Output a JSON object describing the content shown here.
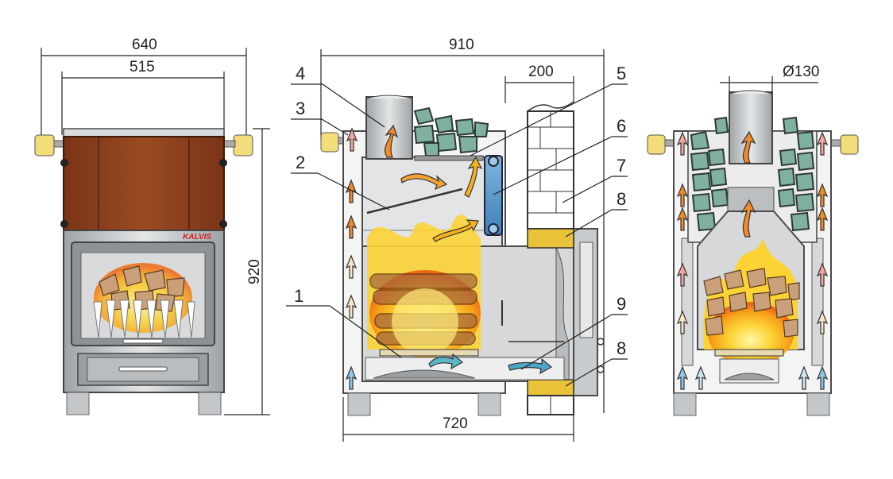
{
  "dimensions": {
    "front_width": "640",
    "front_inner_width": "515",
    "height": "920",
    "side_length": "910",
    "wall_thickness": "200",
    "base_length": "720",
    "flue_diameter": "Ø130"
  },
  "brand": "KALVIS",
  "callouts": [
    "1",
    "2",
    "3",
    "4",
    "5",
    "6",
    "7",
    "8",
    "9",
    "8"
  ],
  "colors": {
    "flame": "#f7b21a",
    "flame_hot": "#f05a14",
    "cold_air": "#8ec6e8",
    "warm_air": "#f08a2a",
    "stone": "#7fb0a2",
    "insulation": "#e9c23a",
    "wood_panel": "#8a3f1e"
  },
  "icons": [
    "arrow-icon",
    "flame-icon",
    "stone-icon",
    "handle-icon"
  ]
}
